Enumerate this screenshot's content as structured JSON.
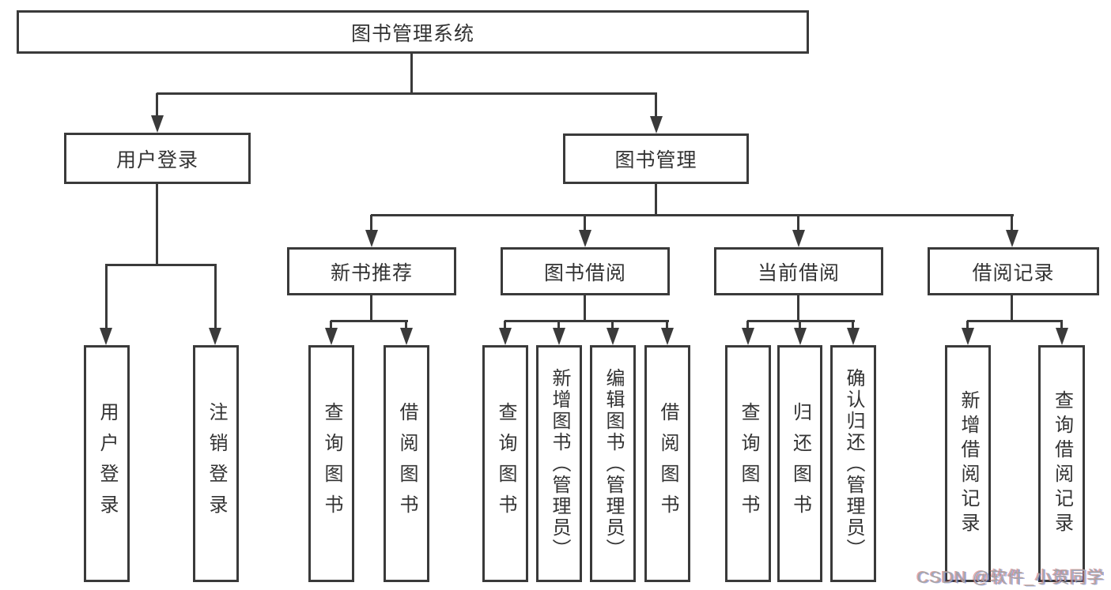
{
  "nodes": {
    "root": "图书管理系统",
    "user_login": "用户登录",
    "book_management": "图书管理",
    "new_book_recommend": "新书推荐",
    "book_borrowing": "图书借阅",
    "current_borrowing": "当前借阅",
    "borrowing_records": "借阅记录",
    "leaf_user_login": "用户登录",
    "leaf_logout": "注销登录",
    "leaf_query_books_recommend": "查询图书",
    "leaf_borrow_books_recommend": "借阅图书",
    "leaf_query_books_borrowing": "查询图书",
    "leaf_add_books_admin": "新增图书（管理员）",
    "leaf_edit_books_admin": "编辑图书（管理员）",
    "leaf_borrow_books_borrowing": "借阅图书",
    "leaf_query_books_current": "查询图书",
    "leaf_return_books": "归还图书",
    "leaf_confirm_return_admin": "确认归还（管理员）",
    "leaf_add_borrow_record": "新增借阅记录",
    "leaf_query_borrow_record": "查询借阅记录"
  },
  "watermark": "CSDN @软件_小贺同学",
  "colors": {
    "line": "#3a3a3a",
    "text": "#333333",
    "background": "#ffffff",
    "watermark_gray": "#a6a6a6"
  }
}
